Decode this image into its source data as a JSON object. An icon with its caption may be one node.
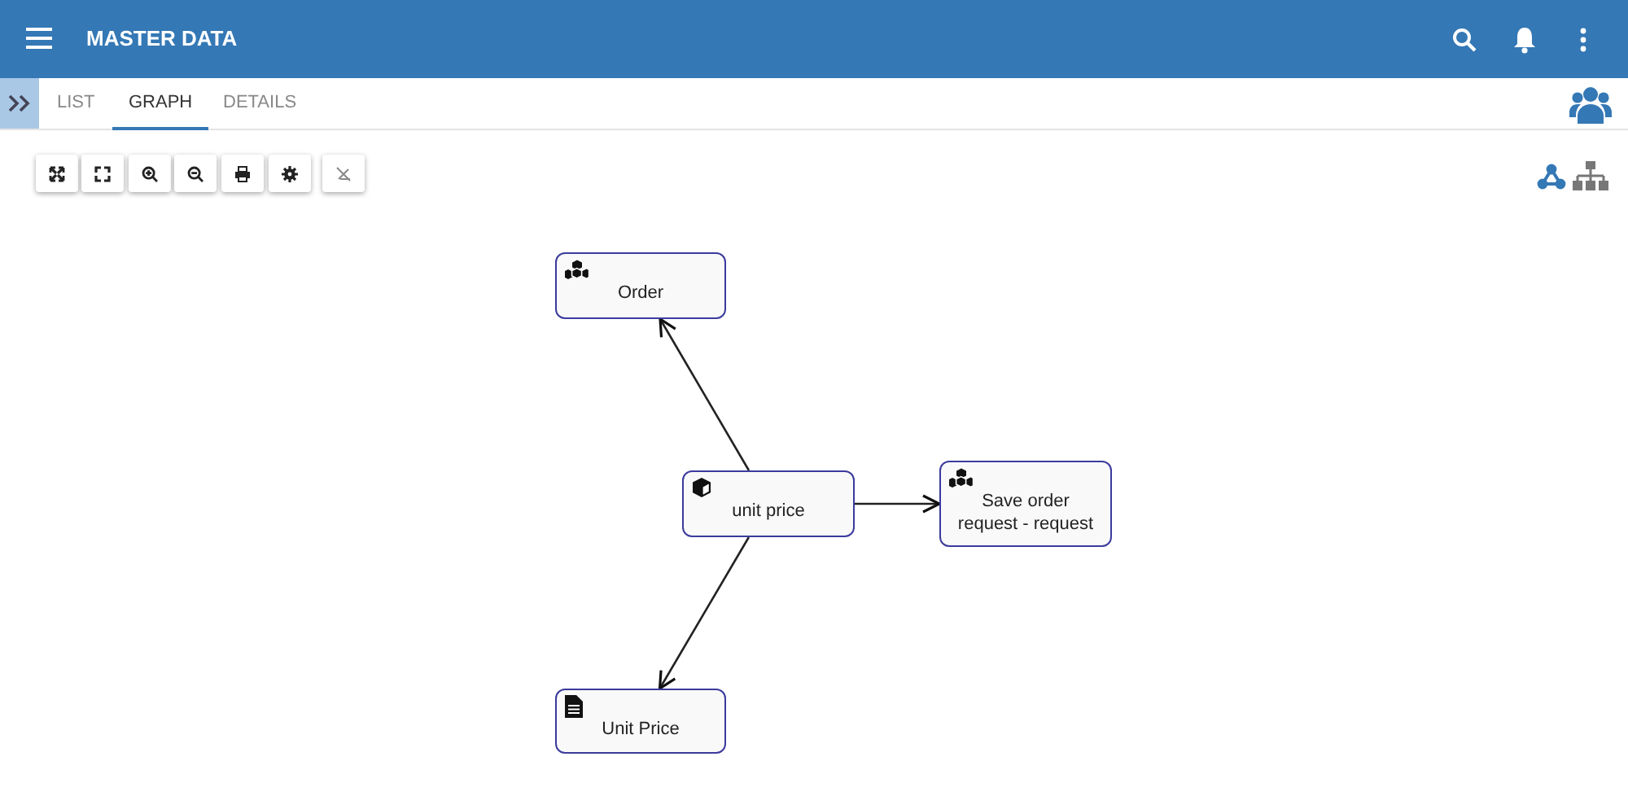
{
  "diagram": {
    "title": "MASTER DATA",
    "nodes": [
      {
        "text": [
          "Order"
        ]
      },
      {
        "text": [
          "unit price"
        ]
      },
      {
        "text": [
          "Save order request - request"
        ]
      },
      {
        "text": [
          "Unit Price"
        ]
      }
    ],
    "edges": [
      {
        "from": 1,
        "to": 0,
        "arrow": "to"
      },
      {
        "from": 1,
        "to": 2,
        "arrow": "to"
      },
      {
        "from": 1,
        "to": 3,
        "arrow": "to"
      }
    ],
    "labels": [
      "LIST",
      "GRAPH",
      "DETAILS"
    ]
  }
}
